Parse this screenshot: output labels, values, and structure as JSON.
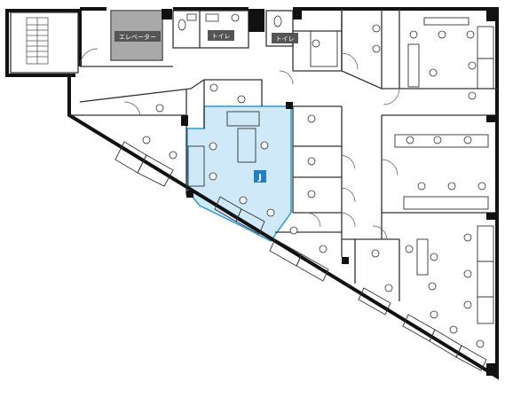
{
  "floorplan": {
    "colors": {
      "wall": "#111111",
      "thin_line": "#333333",
      "highlight_fill": "#cfe9f8",
      "highlight_stroke": "#2a9ad8",
      "elevator_fill": "#a9a9a9",
      "label_bg": "#555555",
      "badge_bg": "#1f7fc7"
    },
    "labels": {
      "elevator": "エレベーター",
      "toilet_1": "トイレ",
      "toilet_2": "トイレ",
      "highlight_room": "J"
    },
    "icons": [
      "stairs-icon",
      "toilet-icon",
      "sink-icon",
      "chair-icon",
      "desk-icon",
      "door-swing-icon"
    ]
  }
}
